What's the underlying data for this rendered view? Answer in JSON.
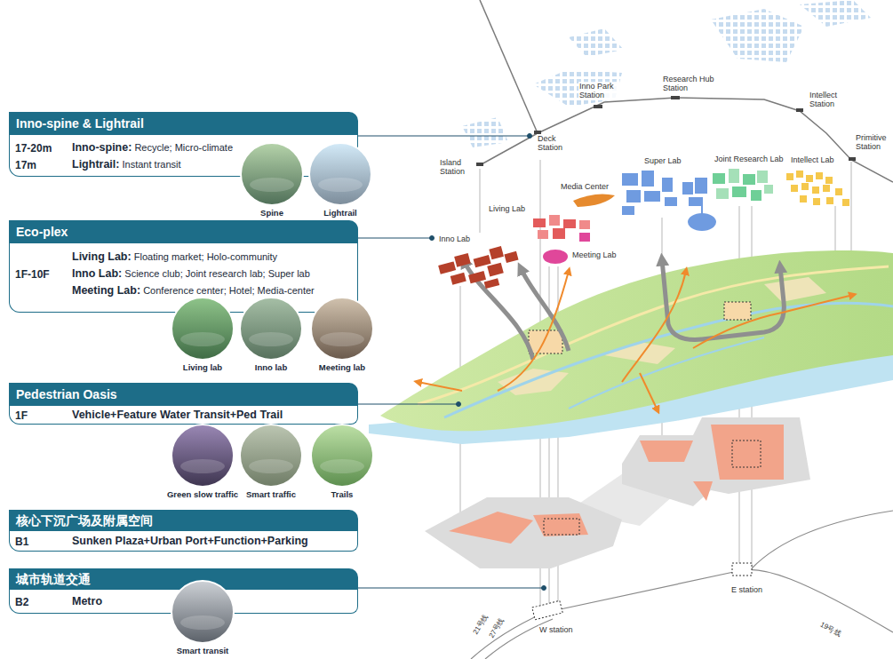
{
  "diagram": {
    "nodes": [
      {
        "text": [
          "Inno-spine & Lightrail",
          "17-20m",
          "Inno-spine: Recycle; Micro-climate",
          "17m",
          "Lightrail: Instant transit"
        ]
      },
      {
        "text": [
          "Spine"
        ]
      },
      {
        "text": [
          "Lightrail"
        ]
      },
      {
        "text": [
          "Eco-plex",
          "1F-10F",
          "Living Lab: Floating market; Holo-community",
          "Inno Lab: Science club; Joint research lab; Super lab",
          "Meeting Lab: Conference center; Hotel; Media-center"
        ]
      },
      {
        "text": [
          "Living lab"
        ]
      },
      {
        "text": [
          "Inno lab"
        ]
      },
      {
        "text": [
          "Meeting lab"
        ]
      },
      {
        "text": [
          "Pedestrian Oasis",
          "1F",
          "Vehicle+Feature Water Transit+Ped Trail"
        ]
      },
      {
        "text": [
          "Green slow traffic"
        ]
      },
      {
        "text": [
          "Smart traffic"
        ]
      },
      {
        "text": [
          "Trails"
        ]
      },
      {
        "text": [
          "核心下沉广场及附属空间",
          "B1",
          "Sunken Plaza+Urban Port+Function+Parking"
        ]
      },
      {
        "text": [
          "城市轨道交通",
          "B2",
          "Metro"
        ]
      },
      {
        "text": [
          "Smart transit"
        ]
      }
    ],
    "labels": [
      "Inno Park Station",
      "Research Hub Station",
      "Intellect Station",
      "Deck Station",
      "Island Station",
      "Primitive Station",
      "Super Lab",
      "Joint Research Lab",
      "Intellect Lab",
      "Media Center",
      "Living Lab",
      "Meeting Lab",
      "Inno Lab",
      "W station",
      "E station",
      "21号线",
      "27号线",
      "19号线"
    ]
  }
}
